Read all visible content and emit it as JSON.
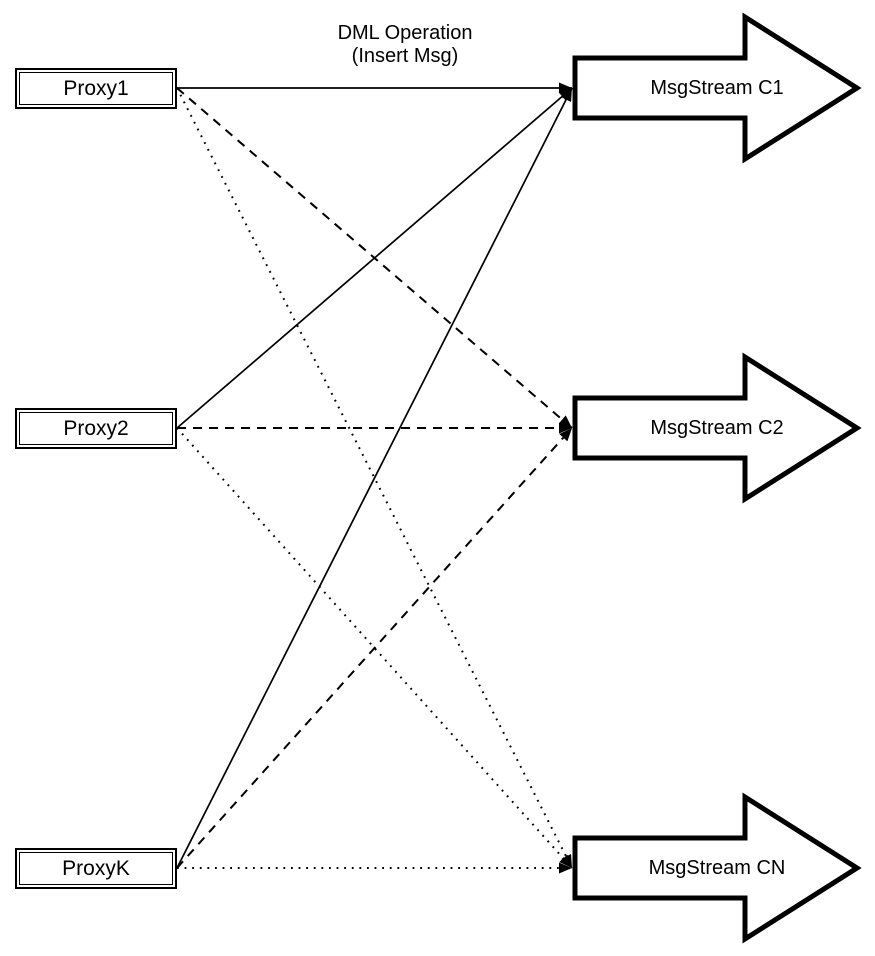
{
  "diagram": {
    "annotation": {
      "line1": "DML Operation",
      "line2": "(Insert Msg)"
    },
    "proxies": [
      {
        "id": "Proxy1",
        "label": "Proxy1"
      },
      {
        "id": "Proxy2",
        "label": "Proxy2"
      },
      {
        "id": "ProxyK",
        "label": "ProxyK"
      }
    ],
    "streams": [
      {
        "id": "MsgStream C1",
        "label": "MsgStream C1"
      },
      {
        "id": "MsgStream C2",
        "label": "MsgStream C2"
      },
      {
        "id": "MsgStream CN",
        "label": "MsgStream CN"
      }
    ],
    "edges": [
      {
        "from": "Proxy1",
        "to": "MsgStream C1",
        "style": "solid"
      },
      {
        "from": "Proxy1",
        "to": "MsgStream C2",
        "style": "dashed"
      },
      {
        "from": "Proxy1",
        "to": "MsgStream CN",
        "style": "dotted"
      },
      {
        "from": "Proxy2",
        "to": "MsgStream C1",
        "style": "solid"
      },
      {
        "from": "Proxy2",
        "to": "MsgStream C2",
        "style": "dashed"
      },
      {
        "from": "Proxy2",
        "to": "MsgStream CN",
        "style": "dotted"
      },
      {
        "from": "ProxyK",
        "to": "MsgStream C1",
        "style": "solid"
      },
      {
        "from": "ProxyK",
        "to": "MsgStream C2",
        "style": "dashed"
      },
      {
        "from": "ProxyK",
        "to": "MsgStream CN",
        "style": "dotted"
      }
    ],
    "colors": {
      "stroke": "#000000",
      "fill": "#ffffff",
      "background": "#ffffff"
    }
  }
}
